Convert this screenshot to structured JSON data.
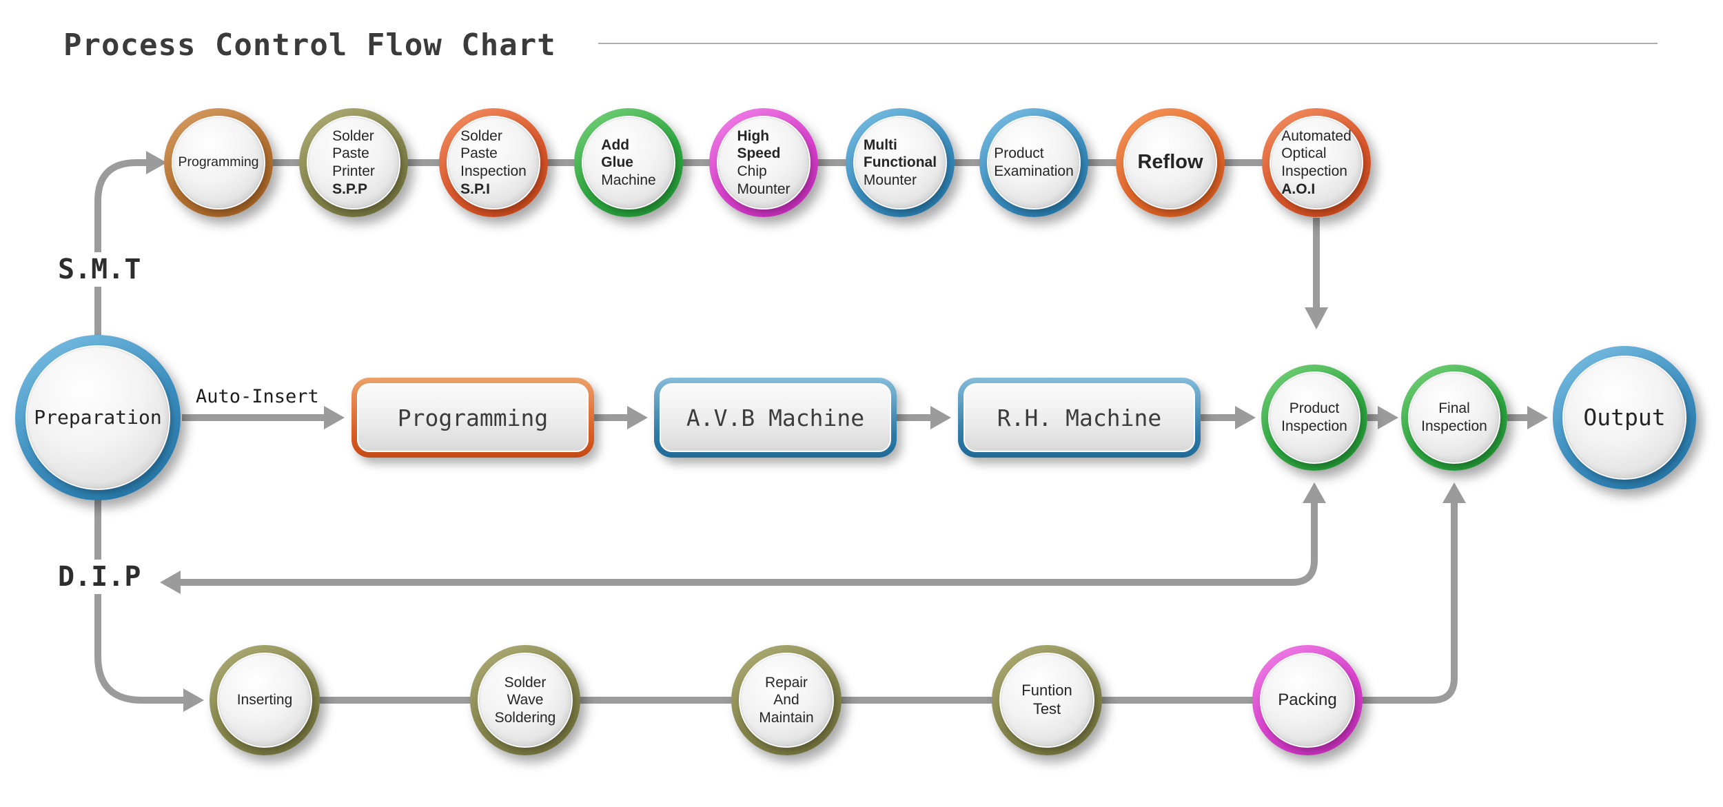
{
  "title": "Process Control Flow Chart",
  "section_labels": {
    "smt": "S.M.T",
    "dip": "D.I.P",
    "auto_insert": "Auto-Insert"
  },
  "palette": {
    "connector_gray": "#9b9b9b",
    "ring_tan": "#b3702f",
    "ring_olive": "#82824a",
    "ring_orange_red": "#d8552a",
    "ring_green": "#2da53f",
    "ring_magenta": "#d63fca",
    "ring_blue": "#3a8cbd",
    "ring_orange": "#e0662a",
    "rect_border_orange": "#d95c22",
    "rect_border_blue": "#2e7aa6",
    "node_face": "#e9e9e9",
    "text_dark": "#3b3b3b"
  },
  "smt_row": [
    {
      "label_lines": [
        "Programming"
      ]
    },
    {
      "label_lines": [
        "Solder",
        "Paste",
        "Printer",
        "S.P.P"
      ]
    },
    {
      "label_lines": [
        "Solder",
        "Paste",
        "Inspection",
        "S.P.I"
      ]
    },
    {
      "label_lines": [
        "Add",
        "Glue",
        "Machine"
      ]
    },
    {
      "label_lines": [
        "High",
        "Speed",
        "Chip",
        "Mounter"
      ]
    },
    {
      "label_lines": [
        "Multi",
        "Functional",
        "Mounter"
      ]
    },
    {
      "label_lines": [
        "Product",
        "Examination"
      ]
    },
    {
      "label_lines": [
        "Reflow"
      ]
    },
    {
      "label_lines": [
        "Automated",
        "Optical",
        "Inspection",
        "A.O.I"
      ]
    }
  ],
  "main_row": {
    "preparation": "Preparation",
    "programming": "Programming",
    "avb_machine": "A.V.B Machine",
    "rh_machine": "R.H. Machine",
    "product_inspection_lines": [
      "Product",
      "Inspection"
    ],
    "final_inspection_lines": [
      "Final",
      "Inspection"
    ],
    "output": "Output"
  },
  "dip_row": [
    {
      "label_lines": [
        "Inserting"
      ]
    },
    {
      "label_lines": [
        "Solder",
        "Wave",
        "Soldering"
      ]
    },
    {
      "label_lines": [
        "Repair",
        "And",
        "Maintain"
      ]
    },
    {
      "label_lines": [
        "Funtion",
        "Test"
      ]
    },
    {
      "label_lines": [
        "Packing"
      ]
    }
  ]
}
